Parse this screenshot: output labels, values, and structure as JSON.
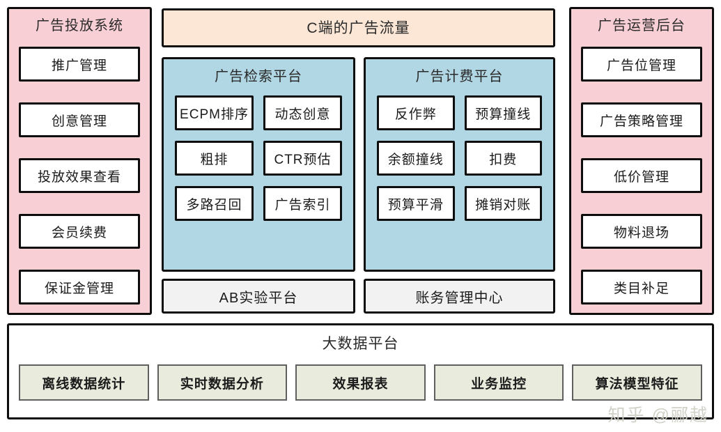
{
  "diagram": {
    "watermark": "知乎 @郦越"
  },
  "left_column": {
    "title": "广告投放系统",
    "items": [
      {
        "label": "推广管理"
      },
      {
        "label": "创意管理"
      },
      {
        "label": "投放效果查看"
      },
      {
        "label": "会员续费"
      },
      {
        "label": "保证金管理"
      }
    ]
  },
  "center": {
    "banner": {
      "label": "C端的广告流量"
    },
    "platforms": [
      {
        "title": "广告检索平台",
        "modules": [
          "ECPM排序",
          "动态创意",
          "粗排",
          "CTR预估",
          "多路召回",
          "广告索引"
        ],
        "footer": "AB实验平台"
      },
      {
        "title": "广告计费平台",
        "modules": [
          "反作弊",
          "预算撞线",
          "余额撞线",
          "扣费",
          "预算平滑",
          "摊销对账"
        ],
        "footer": "账务管理中心"
      }
    ]
  },
  "right_column": {
    "title": "广告运营后台",
    "items": [
      {
        "label": "广告位管理"
      },
      {
        "label": "广告策略管理"
      },
      {
        "label": "低价管理"
      },
      {
        "label": "物料退场"
      },
      {
        "label": "类目补足"
      }
    ]
  },
  "bottom": {
    "title": "大数据平台",
    "items": [
      {
        "label": "离线数据统计"
      },
      {
        "label": "实时数据分析"
      },
      {
        "label": "效果报表"
      },
      {
        "label": "业务监控"
      },
      {
        "label": "算法模型特征"
      }
    ]
  },
  "colors": {
    "pink_panel": "#f7cfd4",
    "orange_banner": "#fce7d6",
    "blue_panel": "#b2d7e4",
    "grey_bar": "#f2f2f2",
    "olive_chip": "#e9ecdd",
    "border": "#0d0d0d"
  }
}
